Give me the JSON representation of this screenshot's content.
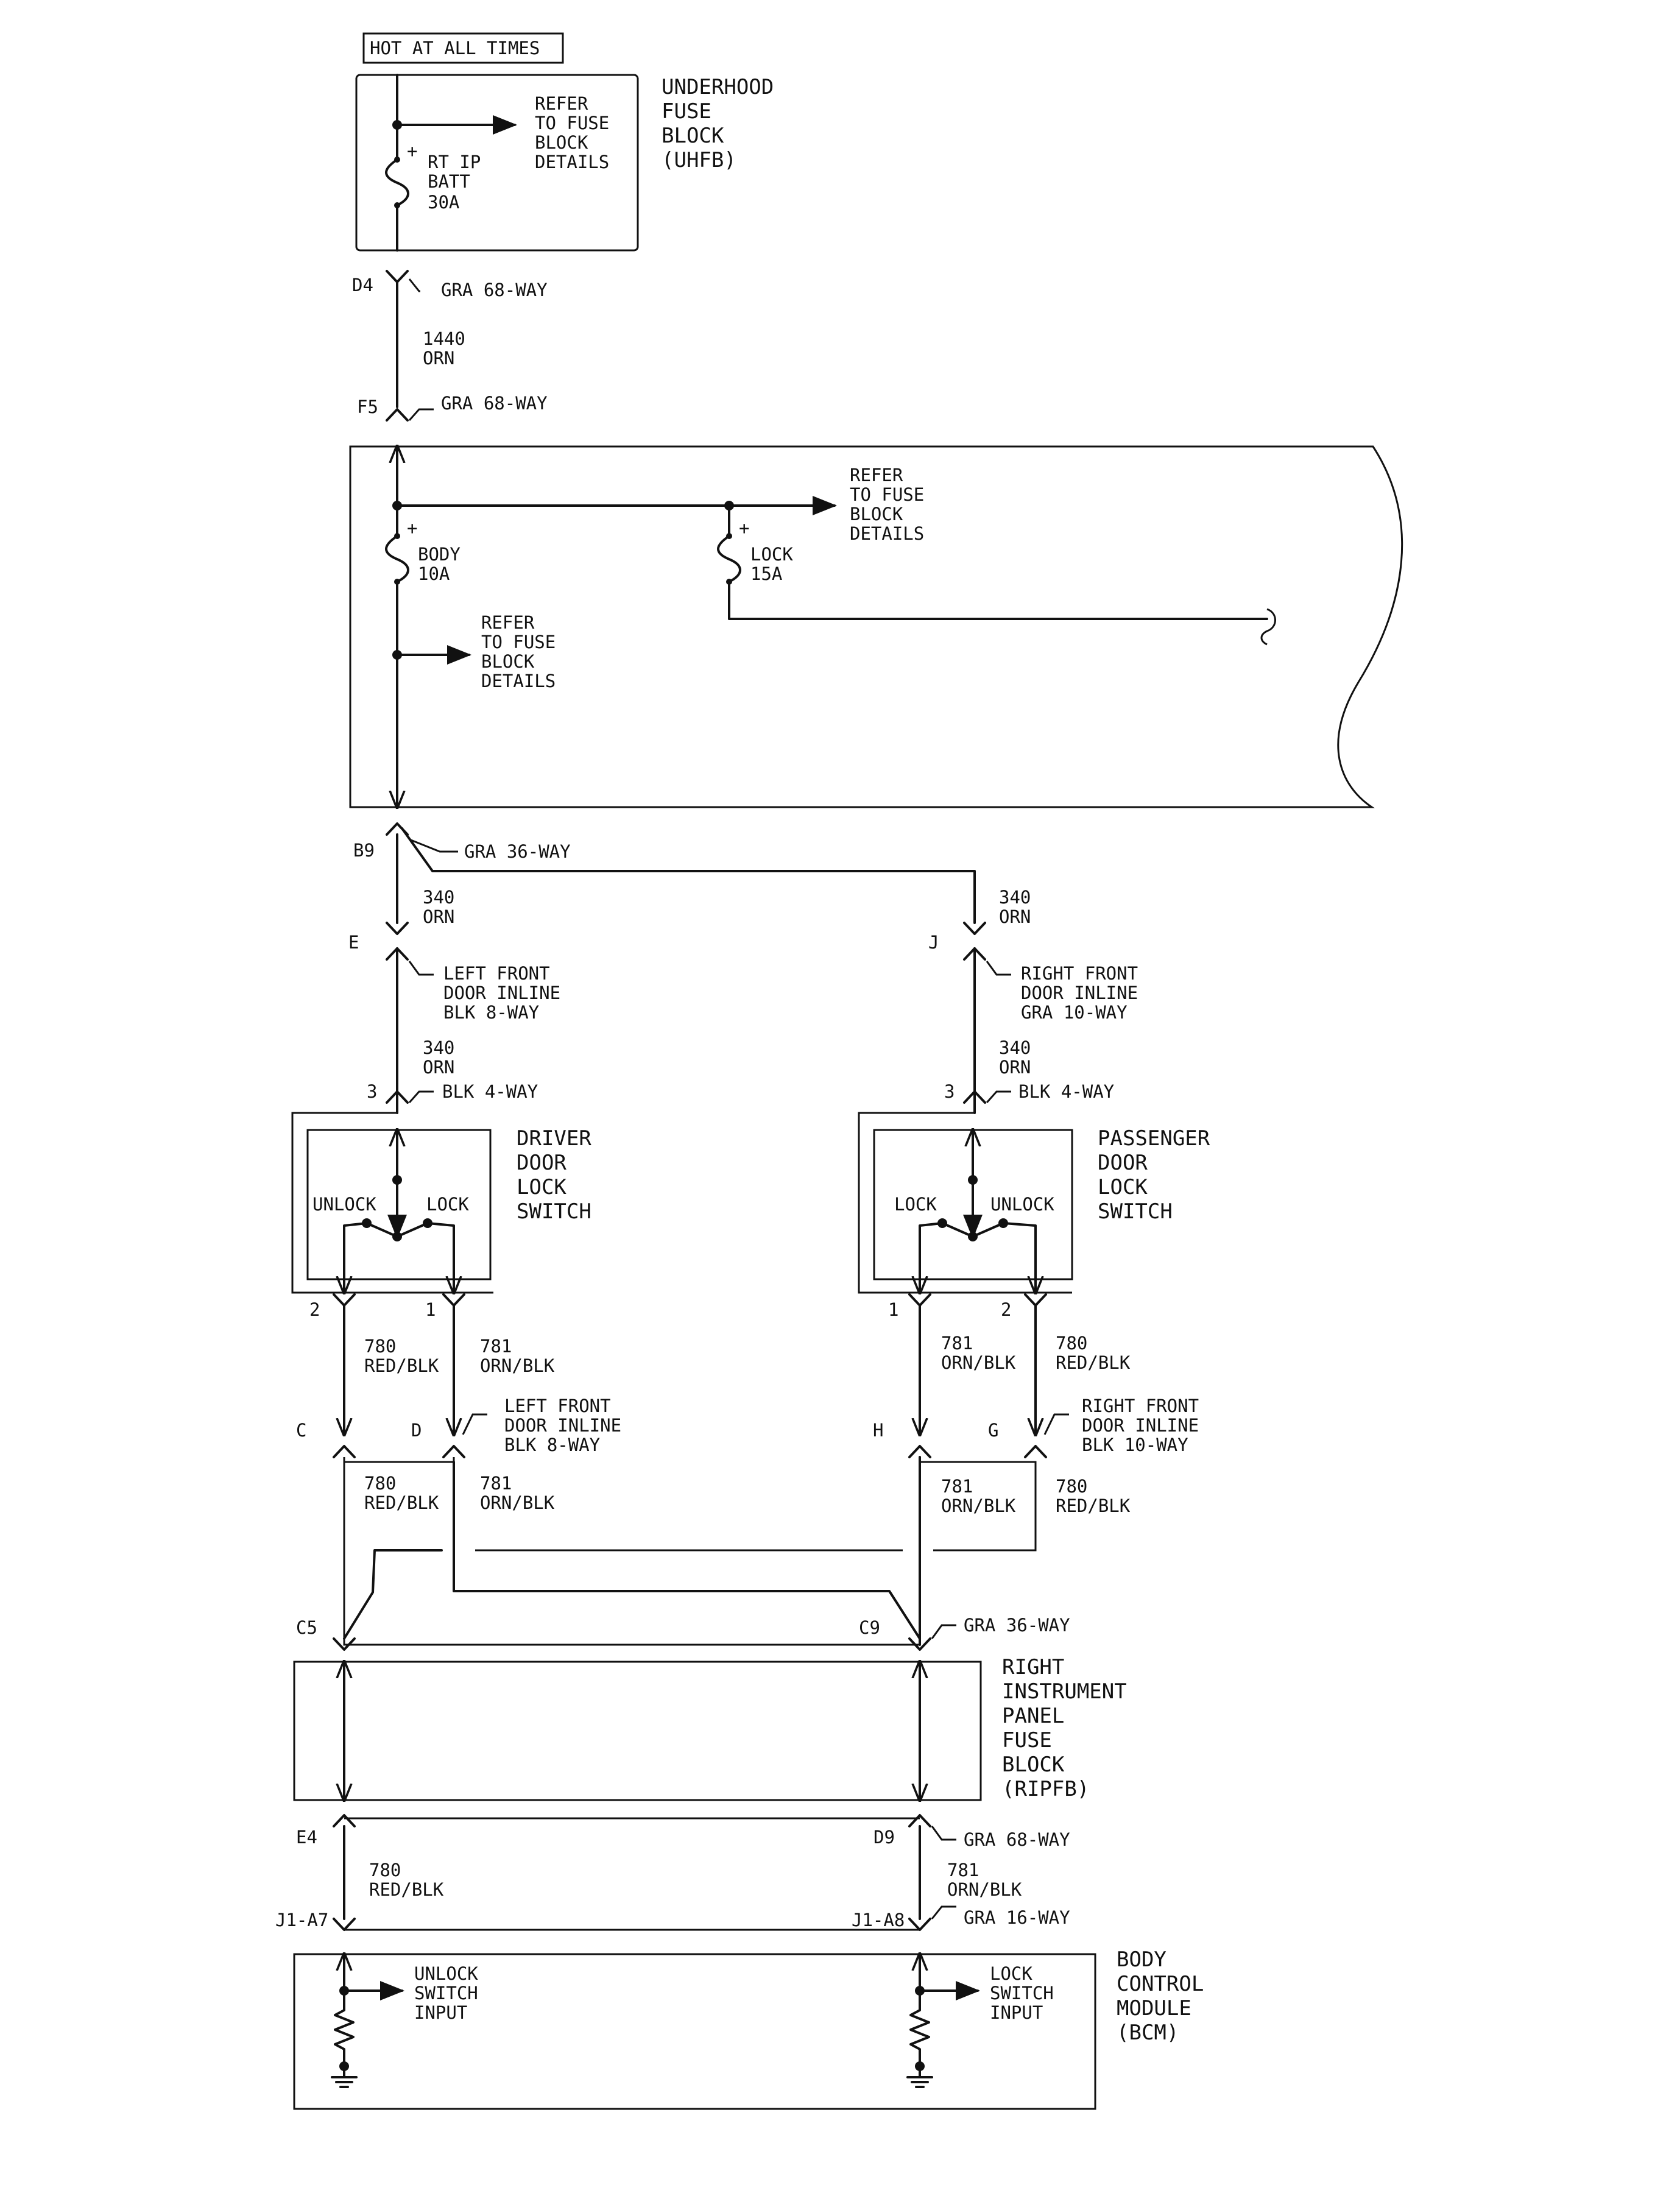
{
  "header": {
    "hot_at_all_times": "HOT AT ALL TIMES"
  },
  "uhfb": {
    "title": [
      "UNDERHOOD",
      "FUSE",
      "BLOCK",
      "(UHFB)"
    ],
    "refer": [
      "REFER",
      "TO FUSE",
      "BLOCK",
      "DETAILS"
    ],
    "fuse": [
      "RT IP",
      "BATT",
      "30A"
    ],
    "fuse_pin": "+"
  },
  "conn_d4": {
    "pin": "D4",
    "connector": "GRA 68-WAY"
  },
  "wire_1440": {
    "circuit": "1440",
    "color": "ORN"
  },
  "conn_f5": {
    "pin": "F5",
    "connector": "GRA 68-WAY"
  },
  "ipfb": {
    "refer_top": [
      "REFER",
      "TO FUSE",
      "BLOCK",
      "DETAILS"
    ],
    "refer_mid": [
      "REFER",
      "TO FUSE",
      "BLOCK",
      "DETAILS"
    ],
    "body_fuse": [
      "BODY",
      "10A"
    ],
    "lock_fuse": [
      "LOCK",
      "15A"
    ],
    "fuse_pin": "+"
  },
  "conn_b9": {
    "pin": "B9",
    "connector": "GRA 36-WAY"
  },
  "wire_340_left": {
    "circuit": "340",
    "color": "ORN"
  },
  "wire_340_right": {
    "circuit": "340",
    "color": "ORN"
  },
  "conn_e": {
    "pin": "E",
    "connector": [
      "LEFT FRONT",
      "DOOR INLINE",
      "BLK 8-WAY"
    ]
  },
  "conn_j": {
    "pin": "J",
    "connector": [
      "RIGHT FRONT",
      "DOOR INLINE",
      "GRA 10-WAY"
    ]
  },
  "wire_340_left_2": {
    "circuit": "340",
    "color": "ORN"
  },
  "wire_340_right_2": {
    "circuit": "340",
    "color": "ORN"
  },
  "driver_switch": {
    "pin3": "3",
    "connector": "BLK 4-WAY",
    "title": [
      "DRIVER",
      "DOOR",
      "LOCK",
      "SWITCH"
    ],
    "left_label": "UNLOCK",
    "right_label": "LOCK",
    "pin_left": "2",
    "pin_right": "1"
  },
  "passenger_switch": {
    "pin3": "3",
    "connector": "BLK 4-WAY",
    "title": [
      "PASSENGER",
      "DOOR",
      "LOCK",
      "SWITCH"
    ],
    "left_label": "LOCK",
    "right_label": "UNLOCK",
    "pin_left": "1",
    "pin_right": "2"
  },
  "wire_780_a": {
    "circuit": "780",
    "color": "RED/BLK"
  },
  "wire_781_a": {
    "circuit": "781",
    "color": "ORN/BLK"
  },
  "wire_781_b": {
    "circuit": "781",
    "color": "ORN/BLK"
  },
  "wire_780_b": {
    "circuit": "780",
    "color": "RED/BLK"
  },
  "conn_cd": {
    "pin_c": "C",
    "pin_d": "D",
    "connector": [
      "LEFT FRONT",
      "DOOR INLINE",
      "BLK 8-WAY"
    ]
  },
  "conn_hg": {
    "pin_h": "H",
    "pin_g": "G",
    "connector": [
      "RIGHT FRONT",
      "DOOR INLINE",
      "BLK 10-WAY"
    ]
  },
  "wire_780_c": {
    "circuit": "780",
    "color": "RED/BLK"
  },
  "wire_781_c": {
    "circuit": "781",
    "color": "ORN/BLK"
  },
  "wire_781_d": {
    "circuit": "781",
    "color": "ORN/BLK"
  },
  "wire_780_d": {
    "circuit": "780",
    "color": "RED/BLK"
  },
  "conn_c5": {
    "pin": "C5"
  },
  "conn_c9": {
    "pin": "C9",
    "connector": "GRA 36-WAY"
  },
  "ripfb": {
    "title": [
      "RIGHT",
      "INSTRUMENT",
      "PANEL",
      "FUSE",
      "BLOCK",
      "(RIPFB)"
    ]
  },
  "conn_e4": {
    "pin": "E4"
  },
  "conn_d9": {
    "pin": "D9",
    "connector": "GRA 68-WAY"
  },
  "wire_780_e": {
    "circuit": "780",
    "color": "RED/BLK"
  },
  "wire_781_e": {
    "circuit": "781",
    "color": "ORN/BLK"
  },
  "conn_j1a7": {
    "pin": "J1-A7"
  },
  "conn_j1a8": {
    "pin": "J1-A8",
    "connector": "GRA 16-WAY"
  },
  "bcm": {
    "unlock_input": [
      "UNLOCK",
      "SWITCH",
      "INPUT"
    ],
    "lock_input": [
      "LOCK",
      "SWITCH",
      "INPUT"
    ],
    "title": [
      "BODY",
      "CONTROL",
      "MODULE",
      "(BCM)"
    ]
  }
}
